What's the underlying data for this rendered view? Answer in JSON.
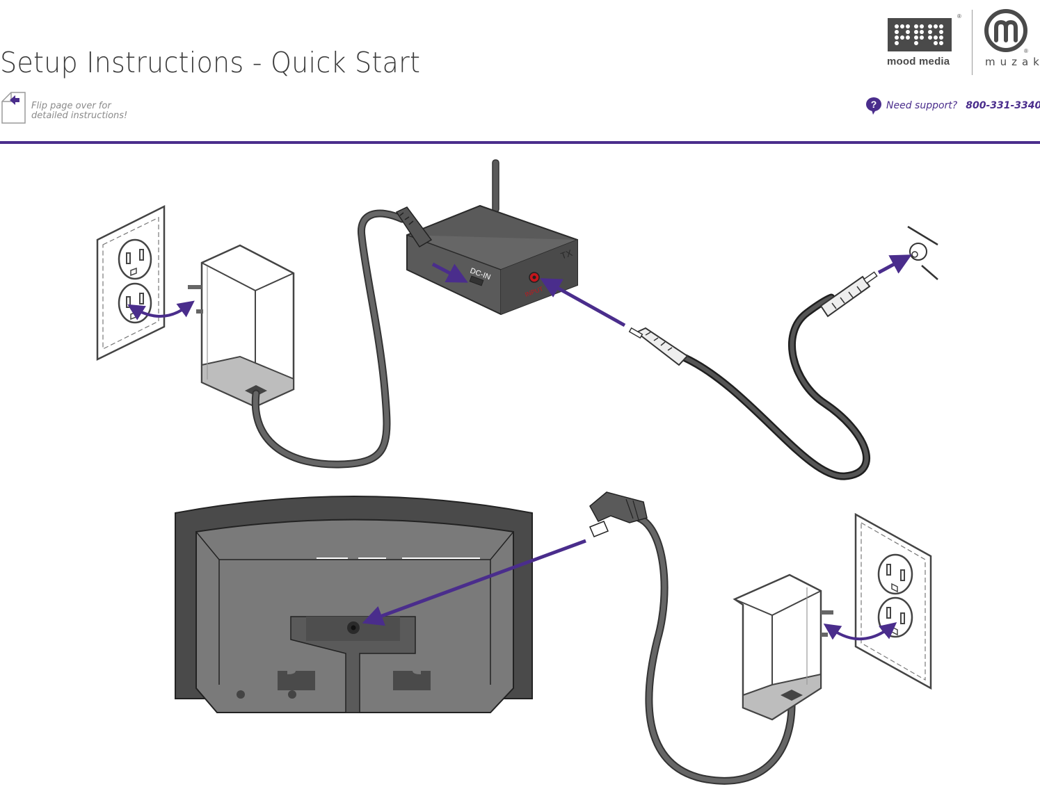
{
  "header": {
    "title": "Setup Instructions - Quick Start",
    "flip_line1": "Flip page over for",
    "flip_line2": "detailed instructions!",
    "support_label": "Need support?",
    "support_phone": "800-331-3340"
  },
  "logos": {
    "mood_media": "mood media",
    "muzak": "muzak",
    "registered": "®"
  },
  "device_labels": {
    "dc_in": "DC-IN",
    "tx": "TX",
    "input": "INPUT"
  },
  "colors": {
    "accent": "#4a2d8c",
    "device_dark": "#555555",
    "cable": "#666666",
    "speaker": "#787878"
  }
}
